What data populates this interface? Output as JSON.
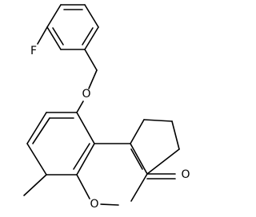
{
  "atoms": {
    "fluorine": "F",
    "ether_oxygen": "O",
    "ring_oxygen": "O",
    "carbonyl_oxygen": "O"
  },
  "colors": {
    "bond": "#000000",
    "label": "#000000",
    "background": "#ffffff"
  }
}
